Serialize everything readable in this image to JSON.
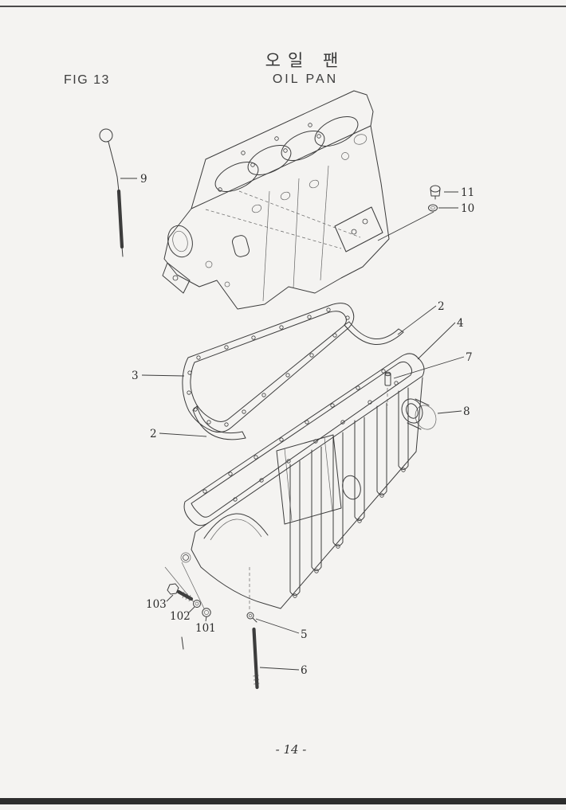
{
  "page": {
    "fig_label": "FIG 13",
    "title_korean": "오일 팬",
    "title_english": "OIL PAN",
    "page_number": "- 14 -"
  },
  "colors": {
    "ink": "#3c3c3c",
    "paper": "#f4f3f1"
  },
  "diagram": {
    "type": "exploded-parts-diagram",
    "callouts": [
      {
        "label": "9"
      },
      {
        "label": "11"
      },
      {
        "label": "10"
      },
      {
        "label": "2"
      },
      {
        "label": "4"
      },
      {
        "label": "7"
      },
      {
        "label": "3"
      },
      {
        "label": "8"
      },
      {
        "label": "2"
      },
      {
        "label": "103"
      },
      {
        "label": "102"
      },
      {
        "label": "101"
      },
      {
        "label": "5"
      },
      {
        "label": "6"
      }
    ]
  }
}
